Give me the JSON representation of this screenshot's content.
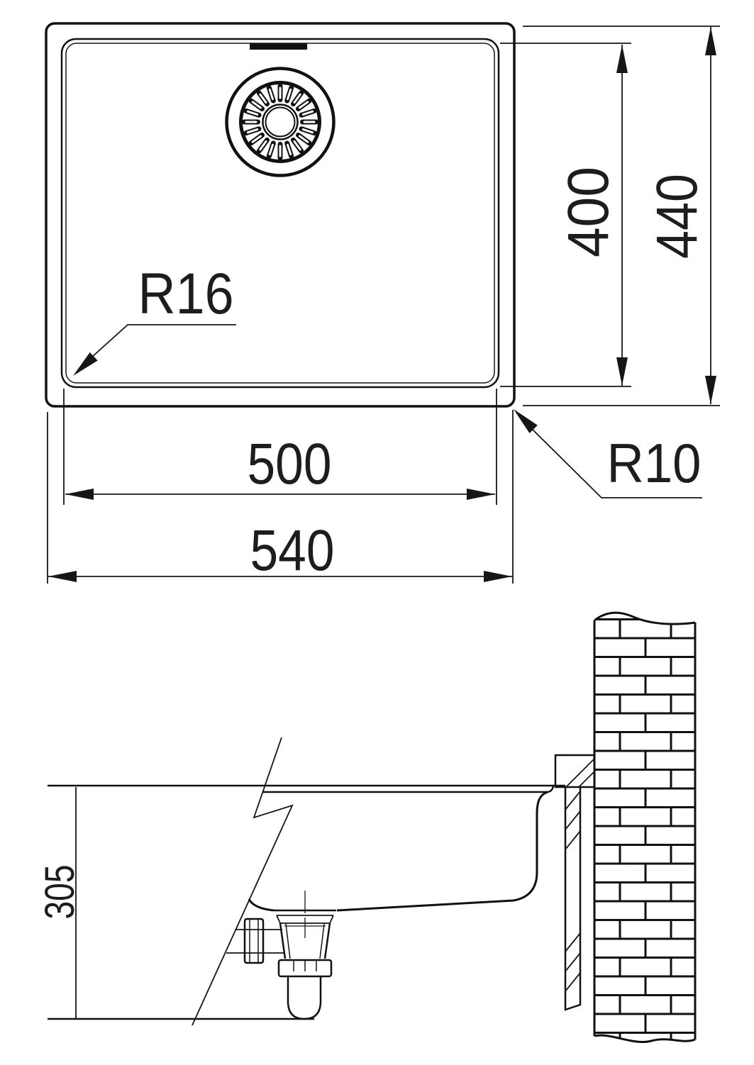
{
  "top_view": {
    "inner_width": "500",
    "outer_width": "540",
    "inner_depth": "400",
    "outer_depth": "440",
    "inner_corner_radius": "R16",
    "outer_corner_radius": "R10"
  },
  "section_view": {
    "installed_depth": "305"
  }
}
